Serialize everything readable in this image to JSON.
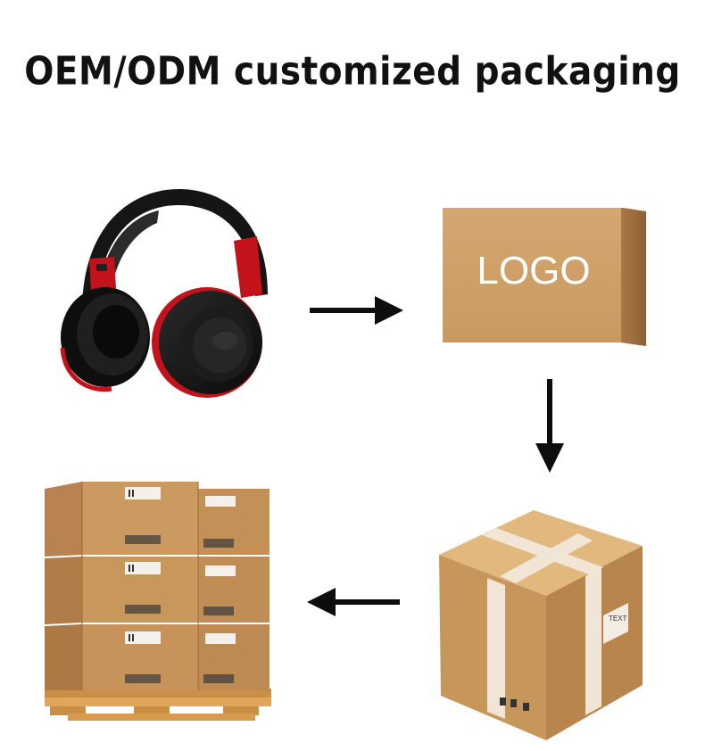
{
  "title": "OEM/ODM customized packaging",
  "logo_box": {
    "label": "LOGO"
  },
  "shipping_box": {
    "label": "TEXT"
  },
  "colors": {
    "kraft": "#cfa169",
    "kraft_dark": "#b98550",
    "kraft_side": "#9c6c3c",
    "arrow": "#0d0d0d",
    "headphone_black": "#141414",
    "headphone_red": "#c4121a"
  },
  "icons": [
    "headphones-image",
    "logo-box-image",
    "taped-box-image",
    "pallet-image",
    "arrow-right-icon",
    "arrow-down-icon",
    "arrow-left-icon"
  ]
}
